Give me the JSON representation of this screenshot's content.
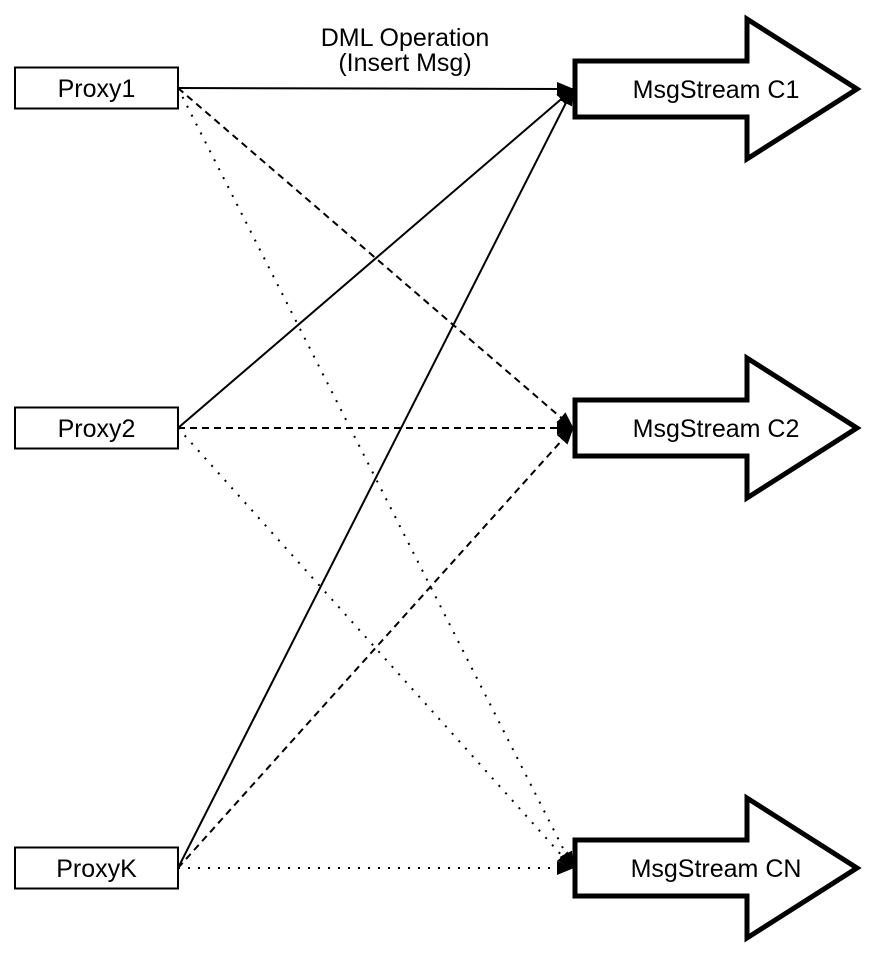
{
  "diagram": {
    "title": {
      "line1": "DML Operation",
      "line2": "(Insert Msg)"
    },
    "colors": {
      "stroke": "#000000",
      "fill": "#ffffff"
    },
    "proxies": [
      {
        "id": "proxy1",
        "label": "Proxy1"
      },
      {
        "id": "proxy2",
        "label": "Proxy2"
      },
      {
        "id": "proxyk",
        "label": "ProxyK"
      }
    ],
    "streams": [
      {
        "id": "c1",
        "label": "MsgStream C1"
      },
      {
        "id": "c2",
        "label": "MsgStream C2"
      },
      {
        "id": "cn",
        "label": "MsgStream CN"
      }
    ],
    "connections": [
      {
        "from": "proxy1",
        "to": "c1",
        "style": "solid"
      },
      {
        "from": "proxy2",
        "to": "c1",
        "style": "solid"
      },
      {
        "from": "proxyk",
        "to": "c1",
        "style": "solid"
      },
      {
        "from": "proxy1",
        "to": "c2",
        "style": "dashed"
      },
      {
        "from": "proxy2",
        "to": "c2",
        "style": "dashed"
      },
      {
        "from": "proxyk",
        "to": "c2",
        "style": "dashed"
      },
      {
        "from": "proxy1",
        "to": "cn",
        "style": "dotted"
      },
      {
        "from": "proxy2",
        "to": "cn",
        "style": "dotted"
      },
      {
        "from": "proxyk",
        "to": "cn",
        "style": "dotted"
      }
    ]
  }
}
